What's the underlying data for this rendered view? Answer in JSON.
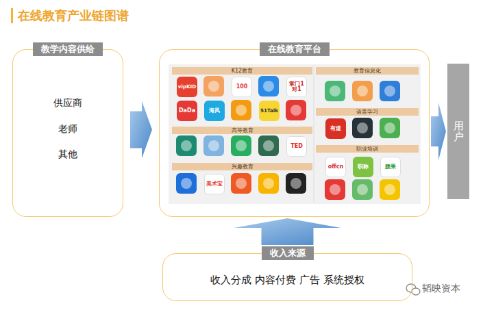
{
  "diagram": {
    "title": "在线教育产业链图谱",
    "nodes": [
      {
        "text": [
          "教学内容供给",
          "供应商",
          "老师",
          "其他"
        ]
      },
      {
        "text": [
          "在线教育平台"
        ]
      },
      {
        "text": [
          "K12教育"
        ],
        "in": 1
      },
      {
        "text": [
          "高等教育"
        ],
        "in": 1
      },
      {
        "text": [
          "兴趣教育"
        ],
        "in": 1
      },
      {
        "text": [
          "教育信息化"
        ],
        "in": 1
      },
      {
        "text": [
          "语言学习"
        ],
        "in": 1
      },
      {
        "text": [
          "职业培训"
        ],
        "in": 1
      },
      {
        "text": [
          "vipKID"
        ],
        "in": 2
      },
      {
        "text": [
          "100"
        ],
        "in": 2
      },
      {
        "text": [
          "掌门1对1"
        ],
        "in": 2
      },
      {
        "text": [
          "DaDa"
        ],
        "in": 2
      },
      {
        "text": [
          "海风"
        ],
        "in": 2
      },
      {
        "text": [
          "51Talk"
        ],
        "in": 2
      },
      {
        "text": [
          "TED"
        ],
        "in": 3
      },
      {
        "text": [
          "美术宝"
        ],
        "in": 4
      },
      {
        "text": [
          "有道"
        ],
        "in": 6
      },
      {
        "text": [
          "offcn"
        ],
        "in": 7
      },
      {
        "text": [
          "职称"
        ],
        "in": 7
      },
      {
        "text": [
          "腰果"
        ],
        "in": 7
      },
      {
        "text": [
          "用户"
        ]
      },
      {
        "text": [
          "收入来源",
          "收入分成 内容付费 广告 系统授权"
        ]
      }
    ],
    "edges": [
      {
        "from": 0,
        "to": 1,
        "arrow": "to"
      },
      {
        "from": 1,
        "to": 20,
        "arrow": "to"
      },
      {
        "from": 21,
        "to": 1,
        "arrow": "to"
      }
    ],
    "labels": [
      "韬映资本"
    ]
  }
}
